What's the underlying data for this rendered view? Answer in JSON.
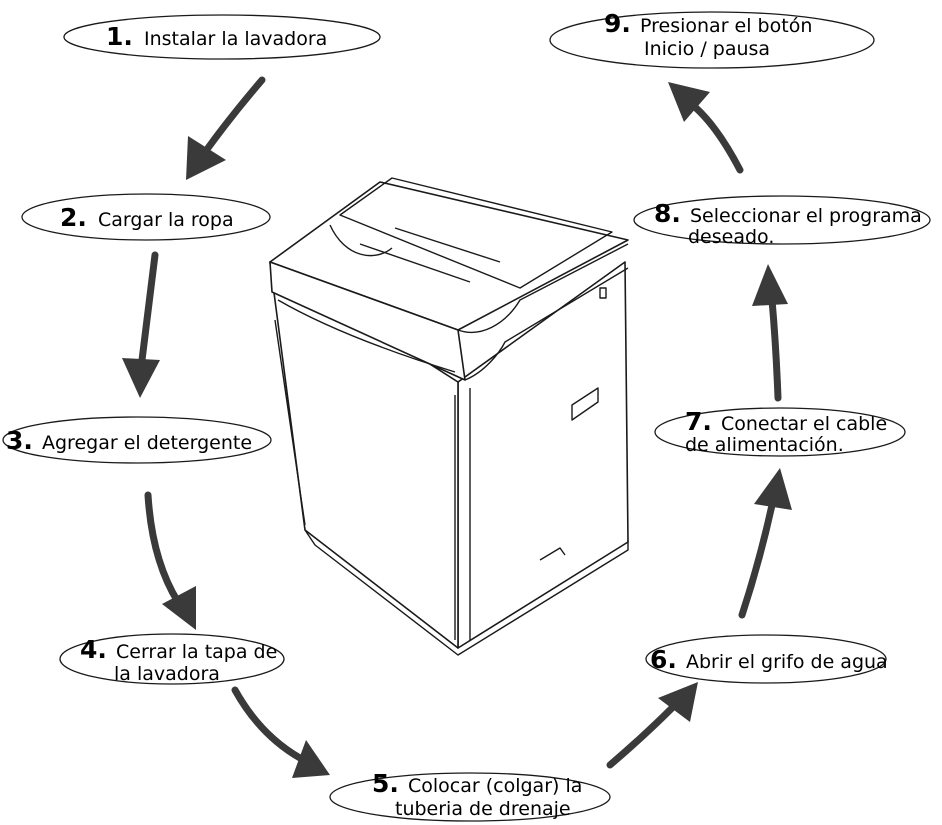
{
  "steps": [
    {
      "num": "1.",
      "line1": "Instalar la lavadora",
      "line2": ""
    },
    {
      "num": "2.",
      "line1": "Cargar la ropa",
      "line2": ""
    },
    {
      "num": "3.",
      "line1": "Agregar el detergente",
      "line2": ""
    },
    {
      "num": "4.",
      "line1": "Cerrar la tapa de",
      "line2": "la lavadora"
    },
    {
      "num": "5.",
      "line1": "Colocar (colgar) la",
      "line2": "tuberia de drenaje"
    },
    {
      "num": "6.",
      "line1": "Abrir el grifo de agua",
      "line2": ""
    },
    {
      "num": "7.",
      "line1": "Conectar el cable",
      "line2": "de alimentación."
    },
    {
      "num": "8.",
      "line1": "Seleccionar el programa",
      "line2": "deseado."
    },
    {
      "num": "9.",
      "line1": "Presionar el botón",
      "line2": "Inicio / pausa"
    }
  ],
  "colors": {
    "arrow": "#3a3a3a",
    "outline": "#1a1a1a"
  },
  "illustration": "top-load-washing-machine"
}
